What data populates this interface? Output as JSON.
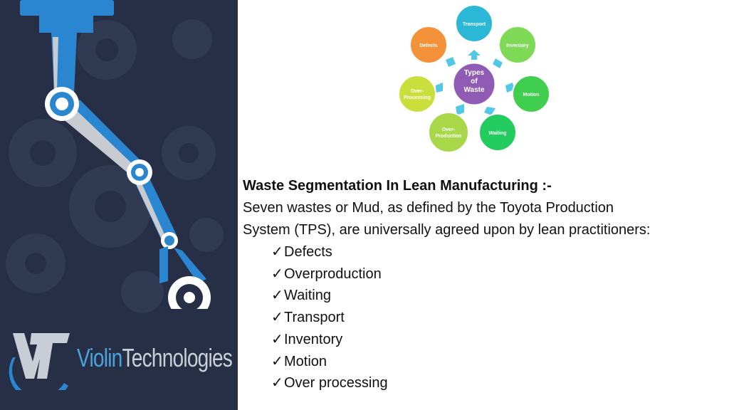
{
  "colors": {
    "panel_bg": "#262f45",
    "robot_arm": "#2b86d1",
    "center_node": "#8f5bb5",
    "transport": "#2bb8d6",
    "inventory": "#7ed957",
    "motion": "#3fce4e",
    "waiting": "#23cc5e",
    "over_production": "#a8d84a",
    "over_processing": "#c9e03c",
    "defects": "#f4923a",
    "arrows": "#52c7e8"
  },
  "brand": {
    "logo_letters": "VT",
    "name_part1": "Violin",
    "name_part2": "Technologies"
  },
  "diagram": {
    "center": [
      "Types",
      "of",
      "Waste"
    ],
    "nodes": {
      "transport": [
        "Transport"
      ],
      "inventory": [
        "Inventory"
      ],
      "motion": [
        "Motion"
      ],
      "waiting": [
        "Waiting"
      ],
      "over_production": [
        "Over-",
        "Production"
      ],
      "over_processing": [
        "Over-",
        "Processing"
      ],
      "defects": [
        "Defects"
      ]
    }
  },
  "content": {
    "heading": "Waste Segmentation In Lean Manufacturing :-",
    "intro_line1": "Seven wastes or Mud, as defined by the Toyota Production",
    "intro_line2": "System (TPS), are universally agreed upon by lean practitioners:",
    "check_icon": "checkmark-icon",
    "check_glyph": "✓",
    "items": [
      "Defects",
      "Overproduction",
      "Waiting",
      "Transport",
      "Inventory",
      "Motion",
      "Over processing"
    ]
  }
}
